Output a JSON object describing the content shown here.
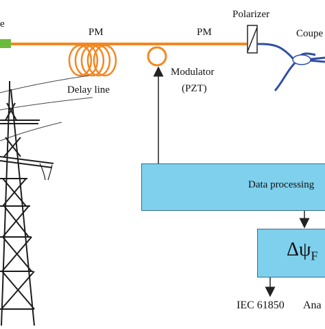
{
  "labels": {
    "source_fragment": "e",
    "pm_left": "PM",
    "pm_right": "PM",
    "polarizer": "Polarizer",
    "coupler_fragment": "Coupe",
    "delay_line": "Delay line",
    "modulator": "Modulator",
    "modulator_sub": "(PZT)",
    "data_processing": "Data processing",
    "phase_symbol": "Δψ",
    "phase_subscript": "F",
    "iec": "IEC 61850",
    "ana_fragment": "Ana"
  },
  "colors": {
    "fiber": "#f5861f",
    "source": "#6cbb3c",
    "coupler_fiber": "#2f4fa2",
    "box_fill": "#7fd0ec",
    "box_border": "#3a6e86",
    "line": "#222222",
    "tower": "#1c1c1c"
  }
}
